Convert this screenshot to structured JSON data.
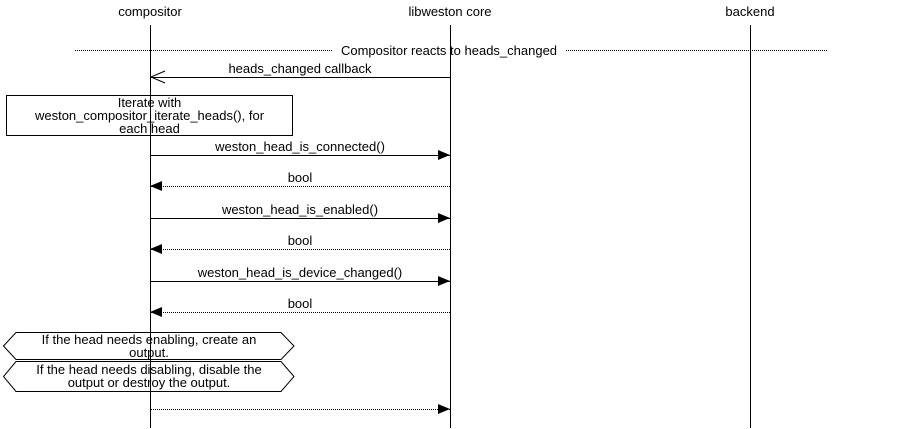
{
  "title": "Compositor reacts to heads_changed",
  "participants": [
    {
      "name": "compositor"
    },
    {
      "name": "libweston core"
    },
    {
      "name": "backend"
    }
  ],
  "messages": [
    {
      "label": "heads_changed callback",
      "from": "libweston core",
      "to": "compositor",
      "line": "solid",
      "arrowhead": "open"
    },
    {
      "label": "weston_head_is_connected()",
      "from": "compositor",
      "to": "libweston core",
      "line": "solid",
      "arrowhead": "filled"
    },
    {
      "label": "bool",
      "from": "libweston core",
      "to": "compositor",
      "line": "dotted",
      "arrowhead": "filled"
    },
    {
      "label": "weston_head_is_enabled()",
      "from": "compositor",
      "to": "libweston core",
      "line": "solid",
      "arrowhead": "filled"
    },
    {
      "label": "bool",
      "from": "libweston core",
      "to": "compositor",
      "line": "dotted",
      "arrowhead": "filled"
    },
    {
      "label": "weston_head_is_device_changed()",
      "from": "compositor",
      "to": "libweston core",
      "line": "solid",
      "arrowhead": "filled"
    },
    {
      "label": "bool",
      "from": "libweston core",
      "to": "compositor",
      "line": "dotted",
      "arrowhead": "filled"
    },
    {
      "label": "",
      "from": "compositor",
      "to": "libweston core",
      "line": "dotted",
      "arrowhead": "filled"
    }
  ],
  "notes": {
    "iterate": {
      "lines": [
        "Iterate with",
        "weston_compositor_iterate_heads(), for",
        "each head"
      ]
    },
    "enabling": {
      "lines": [
        "If the head needs enabling, create an",
        "output."
      ]
    },
    "disabling": {
      "lines": [
        "If the head needs disabling, disable the",
        "output or destroy the output."
      ]
    }
  },
  "colors": {
    "line": "#000000",
    "background": "#ffffff",
    "text": "#000000"
  }
}
